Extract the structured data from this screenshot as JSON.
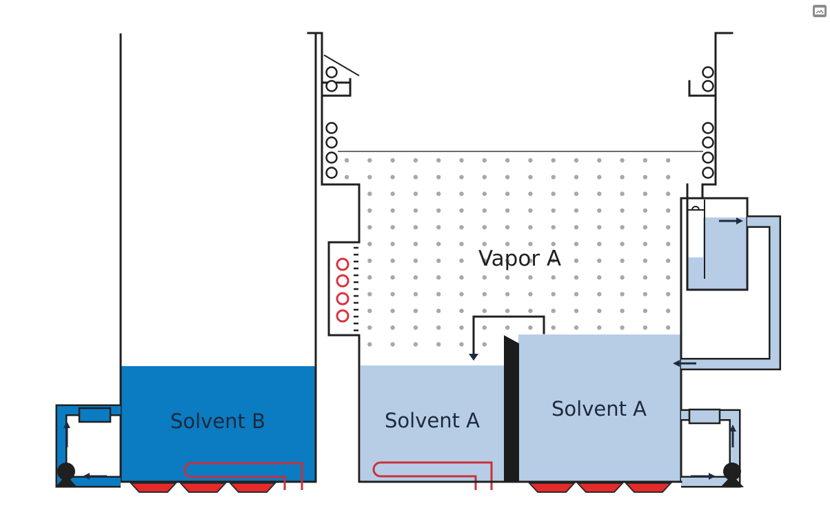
{
  "diagram": {
    "title": "Solvent degreasing tank schematic",
    "labels": {
      "vapor": "Vapor A",
      "solvent_b": "Solvent B",
      "solvent_a_left": "Solvent A",
      "solvent_a_right": "Solvent A"
    },
    "colors": {
      "solvent_b": "#0b7bc2",
      "solvent_a": "#b7cde6",
      "vapor_dots": "#a8a8a8",
      "heater": "#e52a2a",
      "heating_coil": "#c8323a",
      "walls": "#1f1f1f",
      "label_text": "#1c2a3c"
    },
    "components": {
      "left_tank": "Solvent B tank with pump loop and heating element",
      "right_tank": "Vapor degreaser with cooling coils, condenser, water separator and weir",
      "cooling_coils": "cooling-coil",
      "water_separator": "water-separator",
      "pumps": [
        "pump-left",
        "pump-right"
      ],
      "heaters_left_count": 3,
      "heaters_right_count": 3
    }
  },
  "ui": {
    "corner_icon": "image-icon"
  }
}
